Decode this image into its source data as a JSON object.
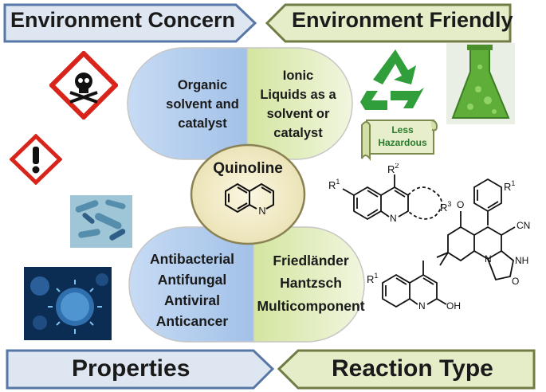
{
  "banners": {
    "top_left": "Environment Concern",
    "top_right": "Environment Friendly",
    "bottom_left": "Properties",
    "bottom_right": "Reaction Type"
  },
  "center": {
    "title": "Quinoline",
    "n_label": "N"
  },
  "lobes": {
    "top_left_lines": [
      "Organic",
      "solvent and",
      "catalyst"
    ],
    "top_right_lines": [
      "Ionic",
      "Liquids as a",
      "solvent or",
      "catalyst"
    ],
    "bottom_left_lines": [
      "Antibacterial",
      "Antifungal",
      "Antiviral",
      "Anticancer"
    ],
    "bottom_right_lines": [
      "Friedländer",
      "Hantzsch",
      "Multicomponent"
    ]
  },
  "scroll": {
    "line1": "Less",
    "line2": "Hazardous"
  },
  "structures": {
    "s1": {
      "r1": "R",
      "r1_sup": "1",
      "r2": "R",
      "r2_sup": "2",
      "r3": "R",
      "r3_sup": "3",
      "n": "N"
    },
    "s2": {
      "r1": "R",
      "r1_sup": "1",
      "n": "N",
      "oh": "OH"
    },
    "s3": {
      "r1": "R",
      "r1_sup": "1",
      "o_top": "O",
      "cn": "CN",
      "n": "N",
      "nh": "NH",
      "o_bottom": "O"
    }
  },
  "colors": {
    "banner_left_fill": "#dde6f1",
    "banner_right_fill": "#e4ecc8",
    "lobe_blue": "#aac6ea",
    "lobe_green": "#dceab0",
    "center_fill": "#f2ecc3",
    "hazard_red": "#d9241c"
  },
  "icons": [
    "skull-crossbones-hazard-icon",
    "exclamation-hazard-icon",
    "recycle-icon",
    "green-flask-icon",
    "bacteria-photo",
    "virus-photo"
  ]
}
